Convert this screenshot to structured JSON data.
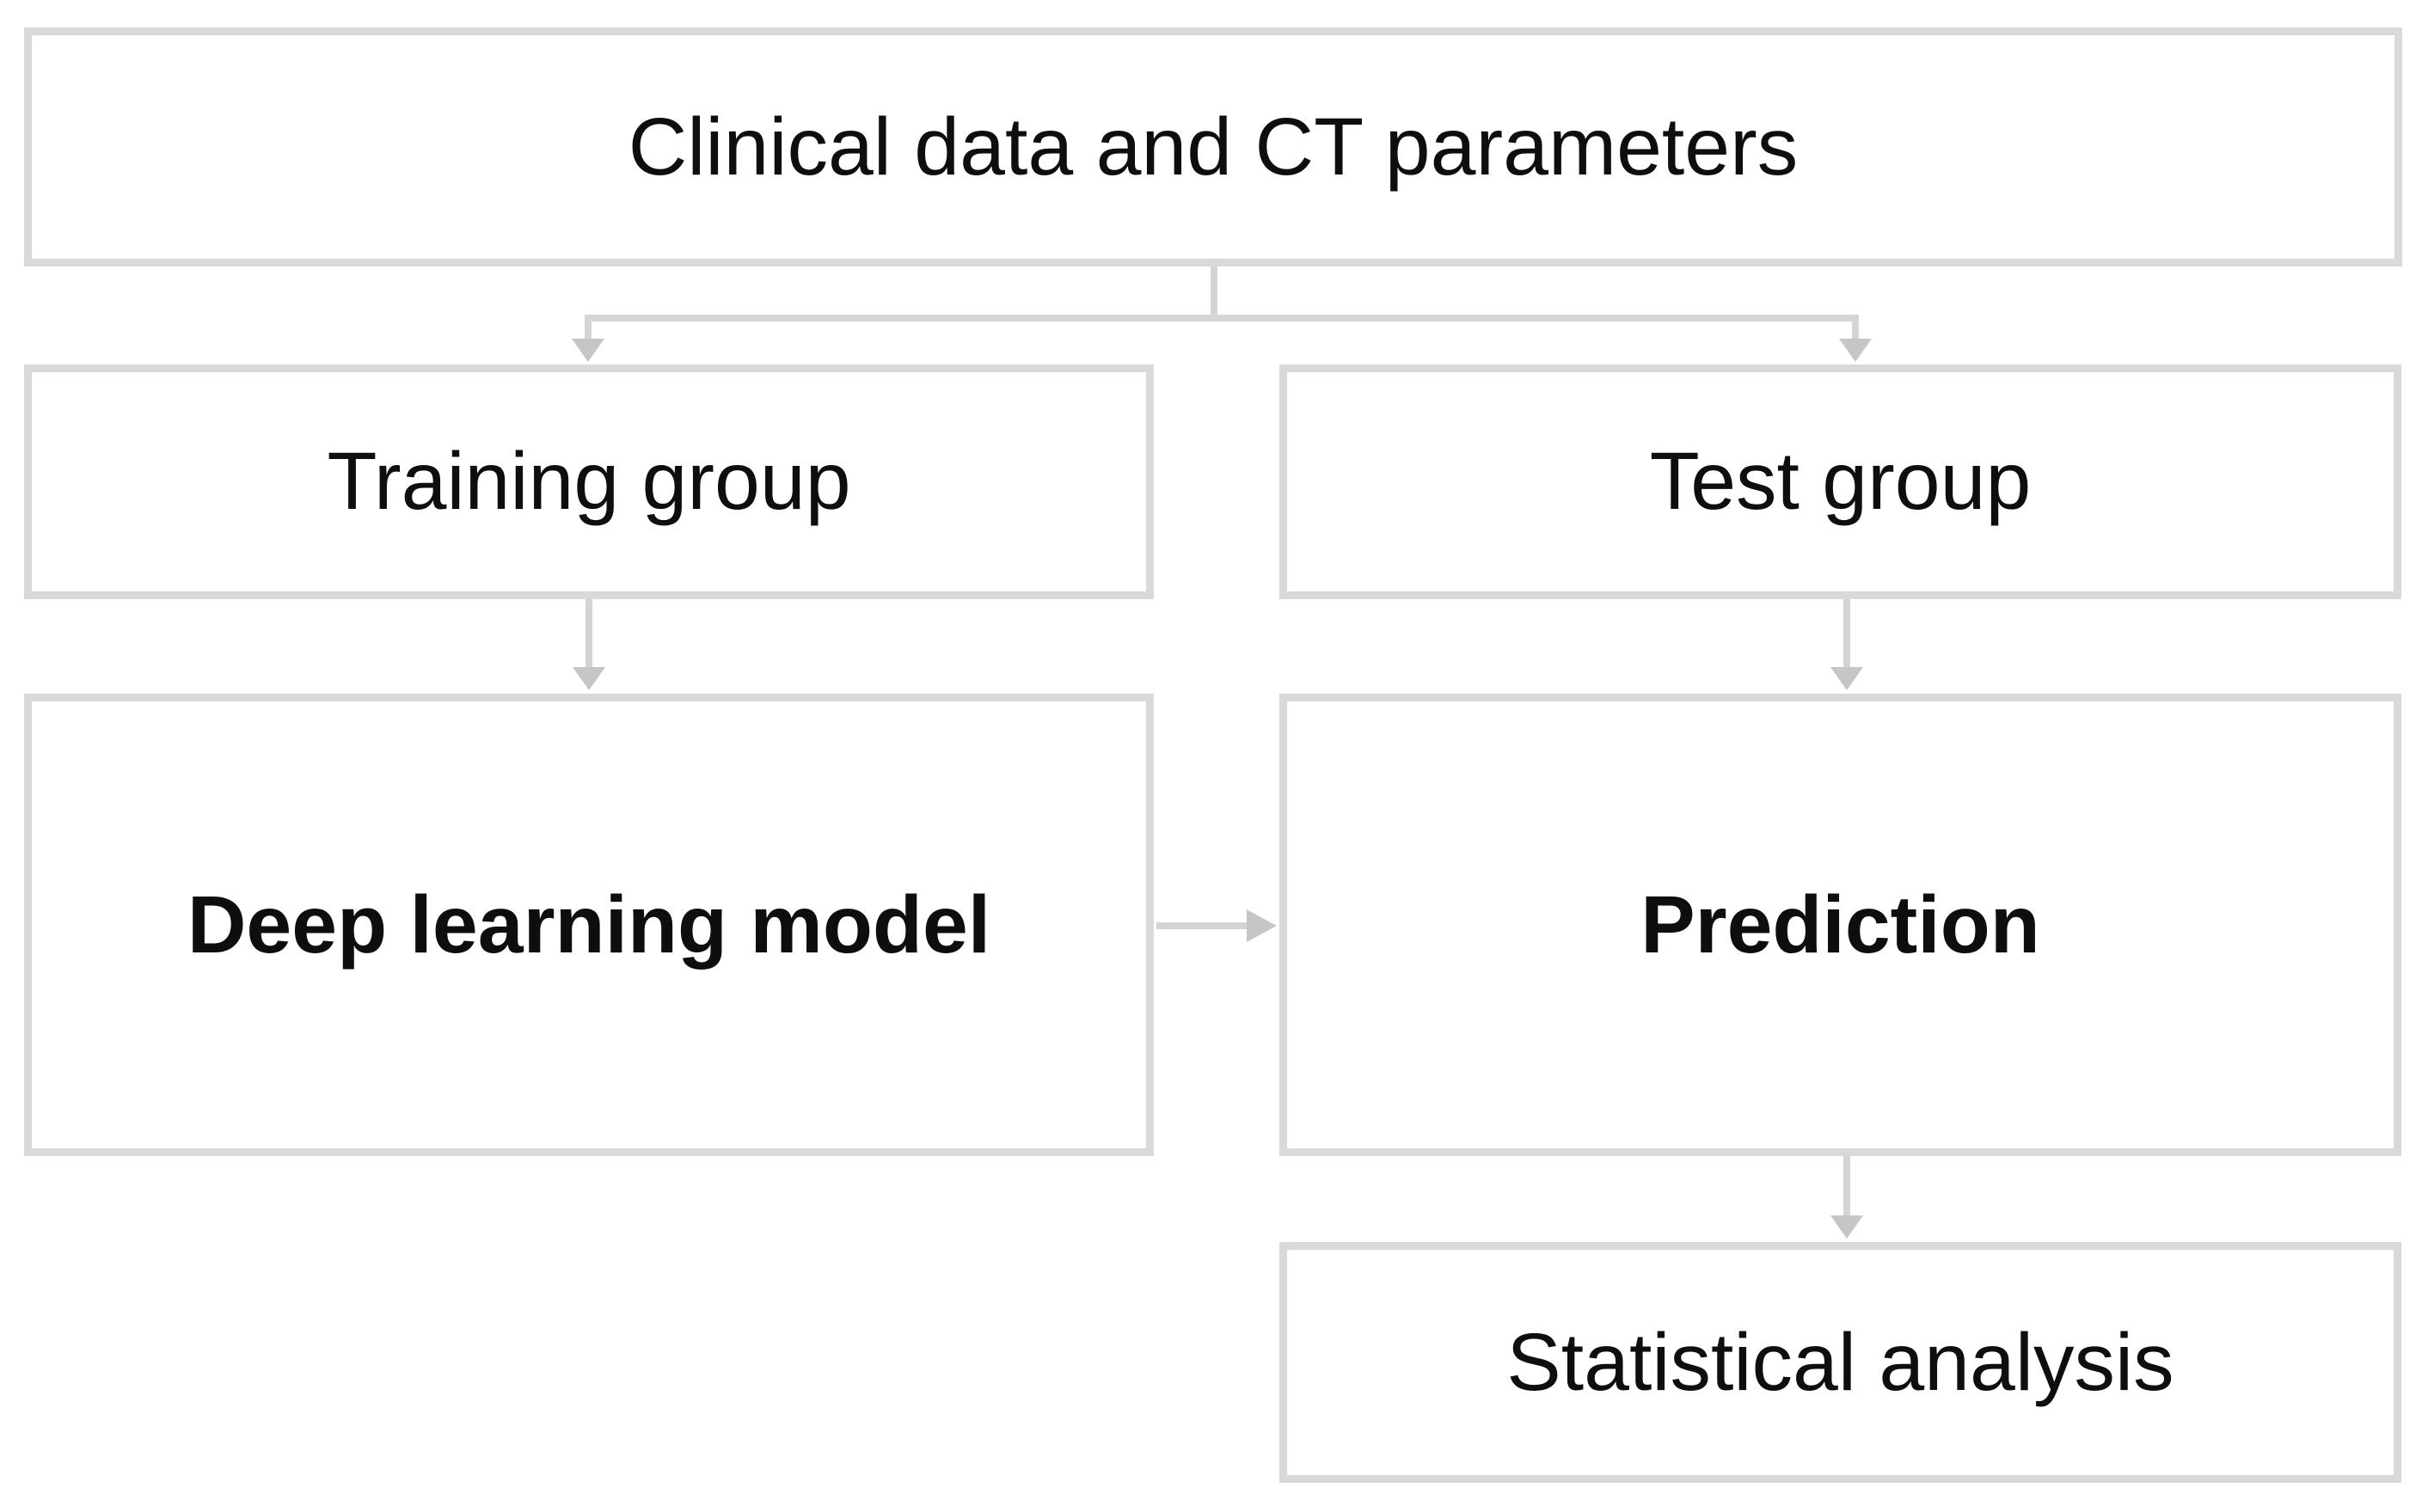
{
  "figure": {
    "type": "flowchart",
    "background": "#ffffff",
    "colors": {
      "box_border": "#d9d9d9",
      "box_fill": "#ffffff",
      "connector_line": "#d4d4d4",
      "arrowhead": "#c6c6c6",
      "text": "#0e0e0e"
    },
    "nodes": [
      {
        "id": "clinical-data",
        "label": "Clinical data and CT parameters",
        "bold": false
      },
      {
        "id": "training-group",
        "label": "Training group",
        "bold": false
      },
      {
        "id": "test-group",
        "label": "Test group",
        "bold": false
      },
      {
        "id": "deep-learning-model",
        "label": "Deep learning model",
        "bold": true
      },
      {
        "id": "prediction",
        "label": "Prediction",
        "bold": true
      },
      {
        "id": "statistical-analysis",
        "label": "Statistical analysis",
        "bold": false
      }
    ],
    "edges": [
      {
        "from": "clinical-data",
        "to": "training-group"
      },
      {
        "from": "clinical-data",
        "to": "test-group"
      },
      {
        "from": "training-group",
        "to": "deep-learning-model"
      },
      {
        "from": "test-group",
        "to": "prediction"
      },
      {
        "from": "deep-learning-model",
        "to": "prediction"
      },
      {
        "from": "prediction",
        "to": "statistical-analysis"
      }
    ]
  }
}
